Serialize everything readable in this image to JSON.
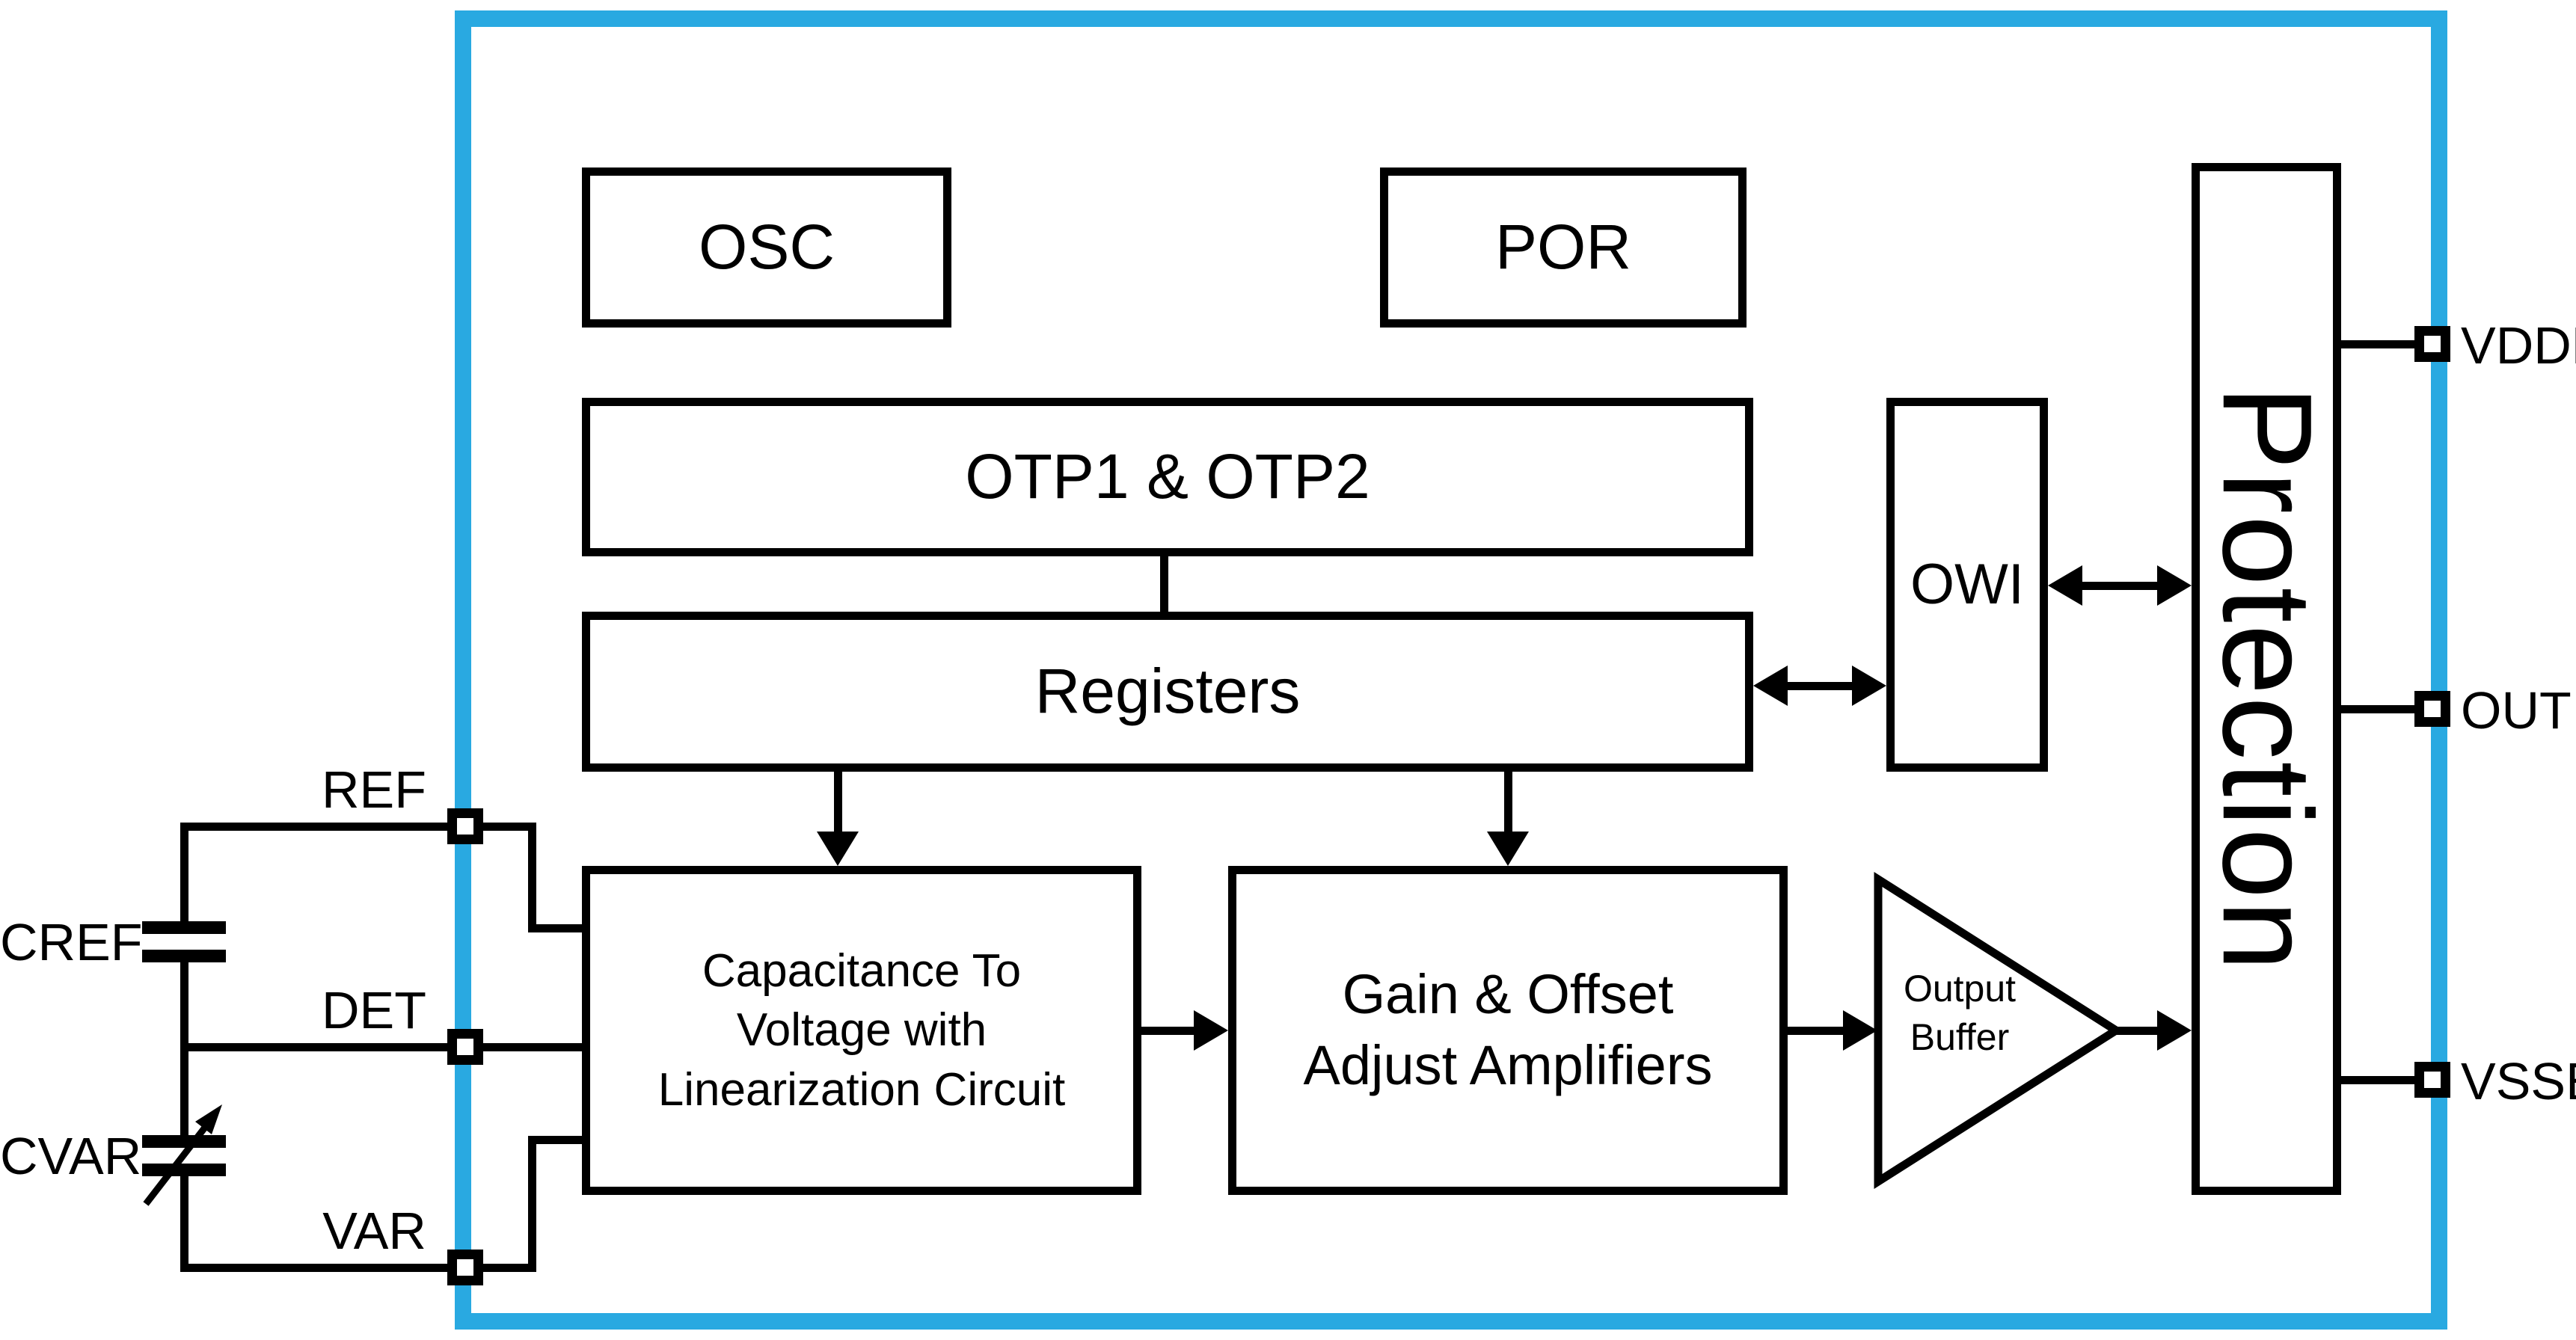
{
  "colors": {
    "accent": "#29A9E1",
    "line": "#000000",
    "background": "#FFFFFF"
  },
  "blocks": {
    "osc": "OSC",
    "por": "POR",
    "otp": "OTP1 & OTP2",
    "registers": "Registers",
    "owi": "OWI",
    "protection": "Protection",
    "c2v": {
      "line1": "Capacitance To",
      "line2": "Voltage with",
      "line3": "Linearization Circuit"
    },
    "gain": {
      "line1": "Gain & Offset",
      "line2": "Adjust Amplifiers"
    },
    "output_buffer": {
      "line1": "Output",
      "line2": "Buffer"
    }
  },
  "pins": {
    "left": {
      "ref": "REF",
      "det": "DET",
      "var": "VAR"
    },
    "right": {
      "vdde": "VDDE",
      "out": "OUT",
      "vsse": "VSSE"
    }
  },
  "external_components": {
    "cref": "CREF",
    "cvar": "CVAR"
  }
}
